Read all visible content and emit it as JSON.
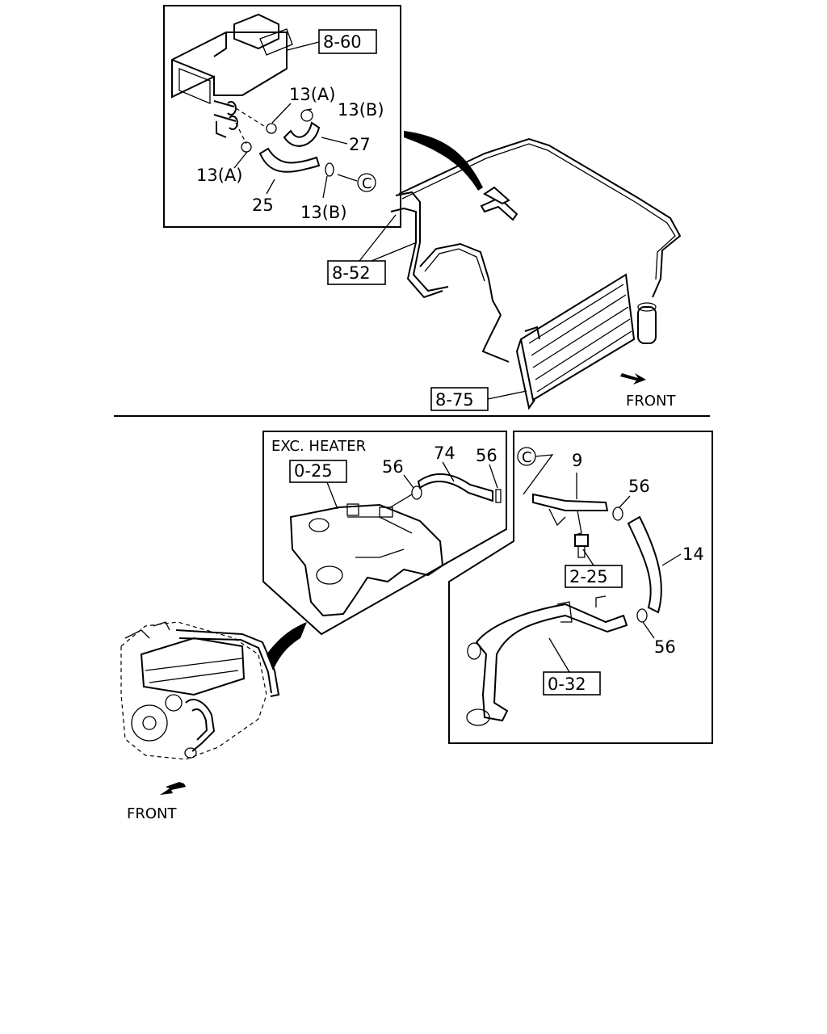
{
  "callouts": {
    "top_ref_860": "8-60",
    "top_13a_1": "13(A)",
    "top_13b_1": "13(B)",
    "top_27": "27",
    "top_13a_2": "13(A)",
    "top_25": "25",
    "top_13b_2": "13(B)",
    "top_c": "C",
    "ref_852": "8-52",
    "ref_875": "8-75",
    "front_top": "FRONT",
    "exc_heater": "EXC. HEATER",
    "ref_025": "0-25",
    "mid_56a": "56",
    "mid_74": "74",
    "mid_56b": "56",
    "r_c": "C",
    "r_9": "9",
    "r_56a": "56",
    "r_14": "14",
    "ref_225": "2-25",
    "r_56b": "56",
    "ref_032": "0-32",
    "front_bottom": "FRONT"
  }
}
